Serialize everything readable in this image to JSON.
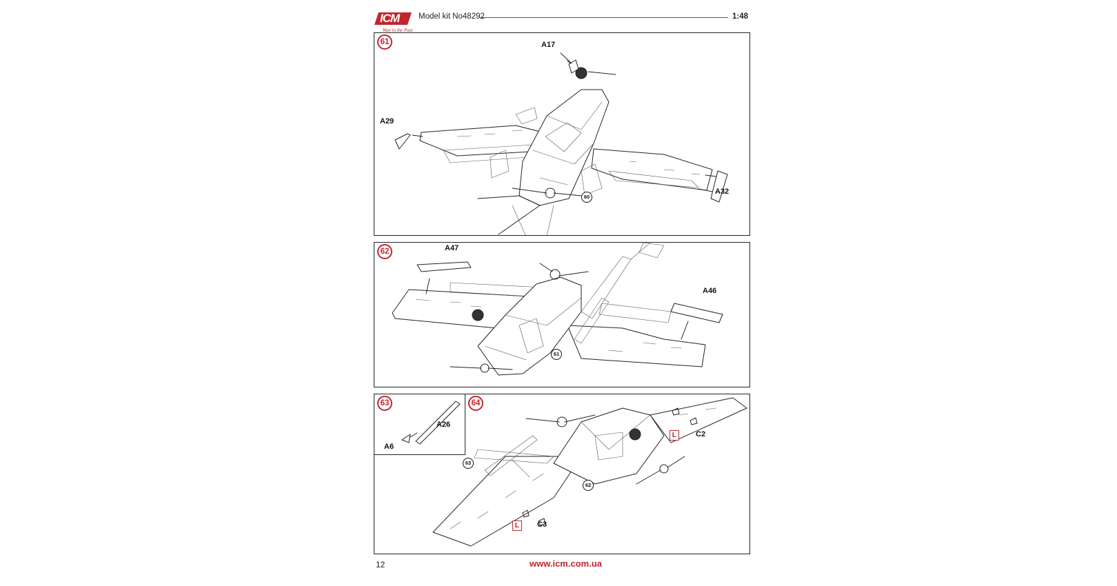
{
  "header": {
    "brand": "ICM",
    "tagline": "Way in the Past",
    "model_title": "Model kit No48292",
    "scale": "1:48"
  },
  "steps": [
    {
      "number": "61",
      "parts": [
        "A17",
        "A29",
        "A32"
      ],
      "reference": "60"
    },
    {
      "number": "62",
      "parts": [
        "A47",
        "A46"
      ],
      "reference": "61"
    },
    {
      "number": "63",
      "parts": [
        "A26",
        "A6"
      ]
    },
    {
      "number": "64",
      "parts": [
        "C2",
        "C3"
      ],
      "references": [
        "63",
        "62"
      ],
      "markers": [
        "L",
        "L"
      ]
    }
  ],
  "footer": {
    "page_number": "12",
    "website": "www.icm.com.ua"
  },
  "colors": {
    "accent": "#c0262e",
    "ink": "#222222"
  }
}
